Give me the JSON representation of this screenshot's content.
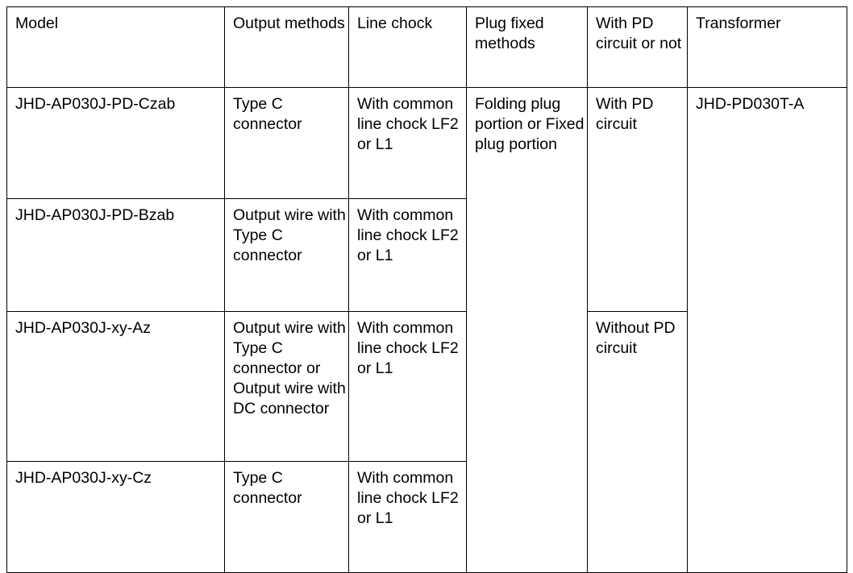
{
  "table": {
    "columns": [
      {
        "key": "model",
        "label": "Model"
      },
      {
        "key": "output",
        "label": "Output methods"
      },
      {
        "key": "line_chock",
        "label": "Line chock"
      },
      {
        "key": "plug_fixed",
        "label": "Plug fixed methods"
      },
      {
        "key": "pd_circuit",
        "label": "With PD circuit or not"
      },
      {
        "key": "transformer",
        "label": "Transformer"
      }
    ],
    "rows": [
      {
        "model": "JHD-AP030J-PD-Czab",
        "output": "Type C connector",
        "line_chock": "With common line chock LF2 or L1"
      },
      {
        "model": "JHD-AP030J-PD-Bzab",
        "output": "Output wire with Type C connector",
        "line_chock": "With common line chock LF2 or L1"
      },
      {
        "model": "JHD-AP030J-xy-Az",
        "output": "Output wire with Type C connector or Output wire with DC connector",
        "line_chock": "With common line chock LF2 or L1"
      },
      {
        "model": "JHD-AP030J-xy-Cz",
        "output": "Type C connector",
        "line_chock": "With common line chock LF2 or L1"
      }
    ],
    "merged": {
      "plug_fixed_all_rows": "Folding plug portion or Fixed plug portion",
      "pd_circuit_rows_1_2": "With PD circuit",
      "pd_circuit_rows_3_4": "Without PD circuit",
      "transformer_all_rows": "JHD-PD030T-A"
    }
  },
  "style": {
    "border_color": "#000000",
    "text_color": "#000000",
    "background": "#ffffff"
  }
}
